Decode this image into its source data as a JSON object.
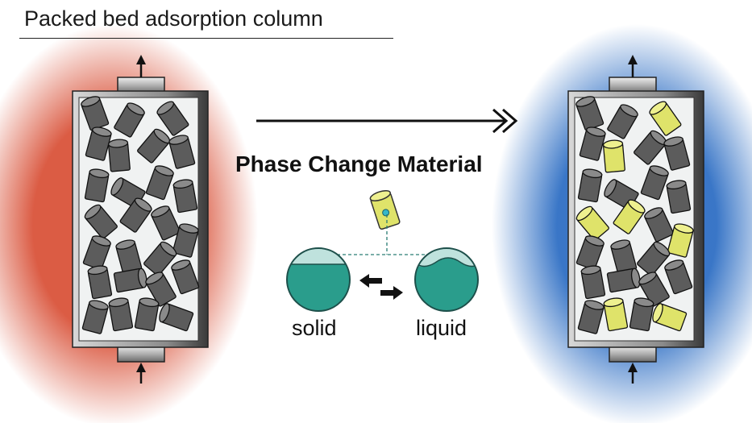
{
  "title": "Packed bed adsorption column",
  "pcm_label": "Phase Change Material",
  "states": {
    "solid": "solid",
    "liquid": "liquid"
  },
  "colors": {
    "hot_glow": "#d9533a",
    "cold_glow": "#2f6fc4",
    "adsorbent": "#5c5c5c",
    "pcm_capsule": "#dfe36a",
    "liquid": "#2a9d8c",
    "liquid_light": "#bfe2dd"
  }
}
